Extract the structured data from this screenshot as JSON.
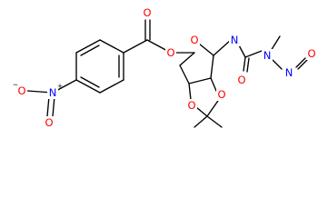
{
  "molecule": {
    "colors": {
      "bond": "#000000",
      "carbon": "#000000",
      "oxygen": "#ff0000",
      "nitrogen": "#0000ff"
    },
    "atoms": [
      {
        "id": "ring-oxygen",
        "symbol": "O",
        "element": "oxygen"
      },
      {
        "id": "ester-oxygen",
        "symbol": "O",
        "element": "oxygen"
      },
      {
        "id": "carbonyl-oxygen-ester",
        "symbol": "O",
        "element": "oxygen"
      },
      {
        "id": "amide-nitrogen",
        "symbol": "N",
        "element": "nitrogen"
      },
      {
        "id": "urea-nitrogen",
        "symbol": "N",
        "element": "nitrogen"
      },
      {
        "id": "nitroso-nitrogen",
        "symbol": "N",
        "element": "nitrogen"
      },
      {
        "id": "nitroso-oxygen",
        "symbol": "O",
        "element": "oxygen"
      },
      {
        "id": "urea-carbonyl-oxygen",
        "symbol": "O",
        "element": "oxygen"
      },
      {
        "id": "dioxolane-oxygen-left",
        "symbol": "O",
        "element": "oxygen"
      },
      {
        "id": "dioxolane-oxygen-right",
        "symbol": "O",
        "element": "oxygen"
      },
      {
        "id": "nitro-nitrogen",
        "symbol": "N",
        "element": "nitrogen",
        "charge": "+"
      },
      {
        "id": "nitro-oxygen-anion",
        "symbol": "O",
        "element": "oxygen",
        "charge": "−"
      },
      {
        "id": "nitro-oxygen",
        "symbol": "O",
        "element": "oxygen"
      }
    ]
  }
}
